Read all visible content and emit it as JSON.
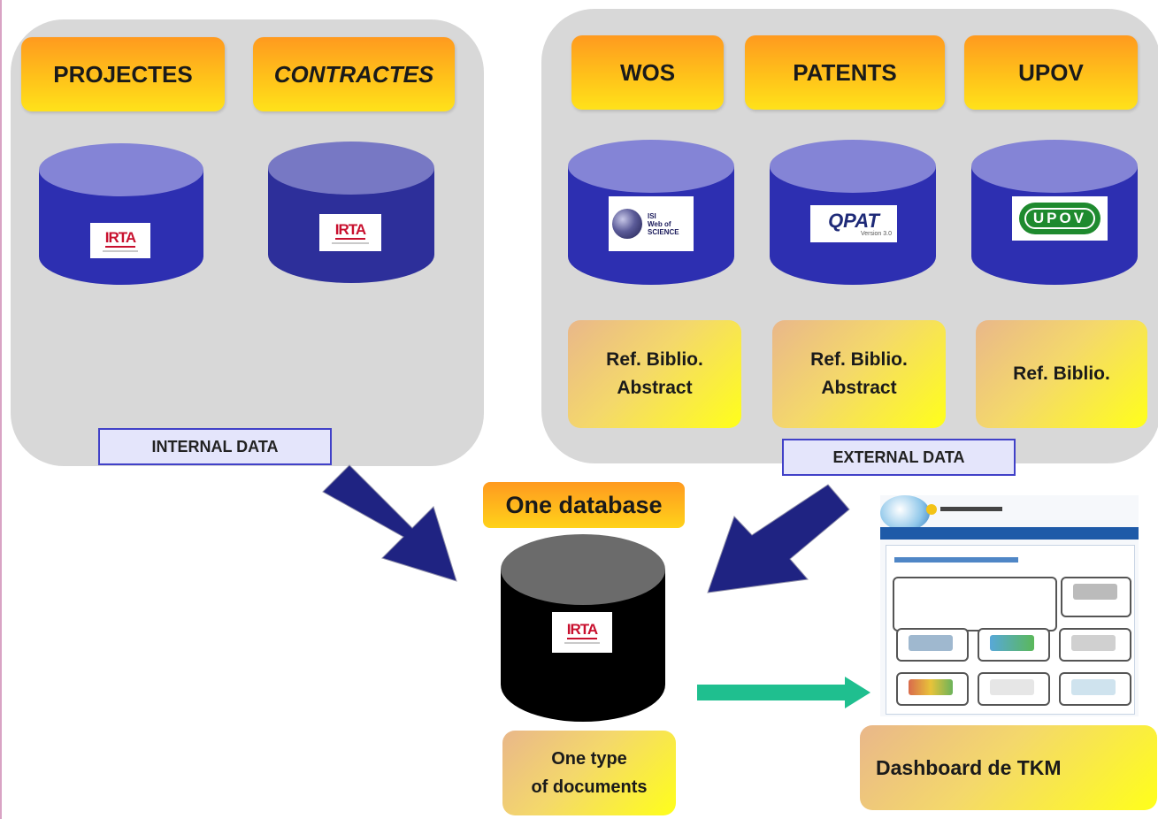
{
  "internal": {
    "headers": [
      "PROJECTES",
      "CONTRACTES"
    ],
    "label": "INTERNAL DATA",
    "db_logo": "IRTA"
  },
  "external": {
    "headers": [
      "WOS",
      "PATENTS",
      "UPOV"
    ],
    "logos": [
      "Web of Science",
      "QPAT",
      "UPOV"
    ],
    "qpat_version": "Version 3.0",
    "wos_words": [
      "ISI",
      "Web of",
      "SCIENCE"
    ],
    "contents": [
      {
        "line1": "Ref. Biblio.",
        "line2": "Abstract"
      },
      {
        "line1": "Ref. Biblio.",
        "line2": "Abstract"
      },
      {
        "line1": "Ref. Biblio.",
        "line2": ""
      }
    ],
    "label": "EXTERNAL DATA"
  },
  "central": {
    "title": "One database",
    "db_logo": "IRTA",
    "doc_line1": "One type",
    "doc_line2": "of documents"
  },
  "dashboard": {
    "caption": "Dashboard de TKM"
  },
  "colors": {
    "panel": "#d8d8d8",
    "cylinder": "#2d2fb1",
    "arrow": "#1f2382",
    "output_arrow": "#1fbf8f",
    "header_orange": "#ff9a1f",
    "header_yellow": "#ffe21a"
  }
}
